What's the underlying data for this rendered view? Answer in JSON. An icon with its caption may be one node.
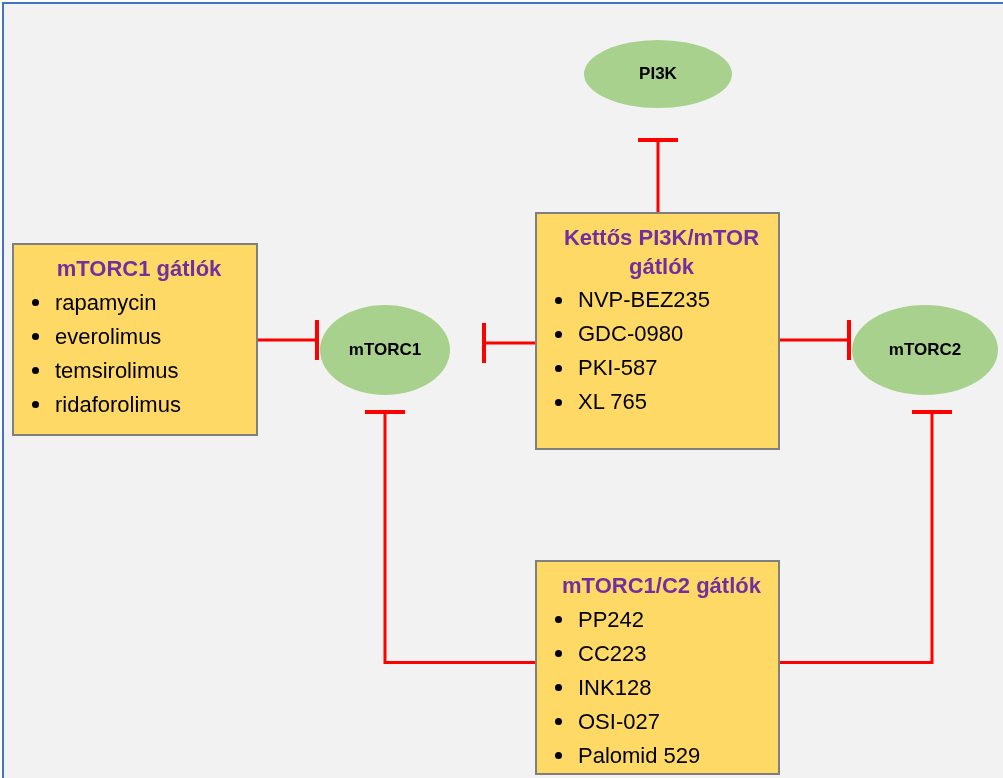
{
  "diagram": {
    "nodes": [
      {
        "text": [
          "PI3K"
        ]
      },
      {
        "text": [
          "mTORC1 gátlók",
          "rapamycin",
          "everolimus",
          "temsirolimus",
          "ridaforolimus"
        ]
      },
      {
        "text": [
          "mTORC1"
        ]
      },
      {
        "text": [
          "Kettős PI3K/mTOR gátlók",
          "NVP-BEZ235",
          "GDC-0980",
          "PKI-587",
          "XL 765"
        ]
      },
      {
        "text": [
          "mTORC2"
        ]
      },
      {
        "text": [
          "mTORC1/C2 gátlók",
          "PP242",
          "CC223",
          "INK128",
          "OSI-027",
          "Palomid 529"
        ]
      }
    ],
    "edges": [
      {
        "from": 3,
        "to": 0,
        "arrow": "other"
      },
      {
        "from": 1,
        "to": 2,
        "arrow": "other"
      },
      {
        "from": 3,
        "to": 2,
        "arrow": "other"
      },
      {
        "from": 3,
        "to": 4,
        "arrow": "other"
      },
      {
        "from": 5,
        "to": 2,
        "arrow": "other"
      },
      {
        "from": 5,
        "to": 4,
        "arrow": "other"
      }
    ]
  }
}
